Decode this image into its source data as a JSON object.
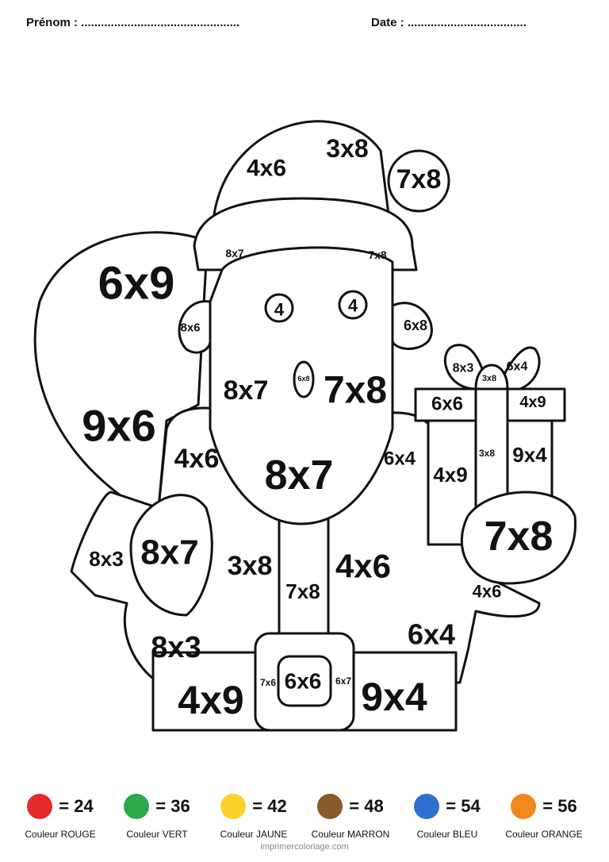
{
  "header": {
    "prenom_label": "Prénom : ................................................",
    "date_label": "Date : ...................................."
  },
  "drawing_labels": [
    {
      "name": "hat-top",
      "text": "4x6"
    },
    {
      "name": "hat-top-right",
      "text": "3x8"
    },
    {
      "name": "pompom",
      "text": "7x8"
    },
    {
      "name": "hat-band-left",
      "text": "8x7"
    },
    {
      "name": "hat-band-right",
      "text": "7x8"
    },
    {
      "name": "sack-upper",
      "text": "6x9"
    },
    {
      "name": "sack-lower",
      "text": "9x6"
    },
    {
      "name": "ear-left",
      "text": "8x6"
    },
    {
      "name": "ear-right",
      "text": "6x8"
    },
    {
      "name": "eye-left",
      "text": "4"
    },
    {
      "name": "eye-right",
      "text": "4"
    },
    {
      "name": "nose",
      "text": "6x8"
    },
    {
      "name": "face-left",
      "text": "8x7"
    },
    {
      "name": "face-right",
      "text": "7x8"
    },
    {
      "name": "beard",
      "text": "8x7"
    },
    {
      "name": "body-left",
      "text": "4x6"
    },
    {
      "name": "body-right",
      "text": "6x4"
    },
    {
      "name": "bow-left",
      "text": "8x3"
    },
    {
      "name": "bow-knot",
      "text": "3x8"
    },
    {
      "name": "bow-right",
      "text": "6x4"
    },
    {
      "name": "gift-lid-left",
      "text": "6x6"
    },
    {
      "name": "gift-lid-right",
      "text": "4x9"
    },
    {
      "name": "gift-body-left",
      "text": "4x9"
    },
    {
      "name": "gift-ribbon",
      "text": "3x8"
    },
    {
      "name": "gift-body-right",
      "text": "9x4"
    },
    {
      "name": "mitten-right",
      "text": "7x8"
    },
    {
      "name": "arm-right",
      "text": "4x6"
    },
    {
      "name": "arm-left-outer",
      "text": "8x3"
    },
    {
      "name": "mitten-left",
      "text": "8x7"
    },
    {
      "name": "coat-left",
      "text": "3x8"
    },
    {
      "name": "coat-strip",
      "text": "7x8"
    },
    {
      "name": "coat-right",
      "text": "4x6"
    },
    {
      "name": "coat-lower-left",
      "text": "8x3"
    },
    {
      "name": "coat-lower-right",
      "text": "6x4"
    },
    {
      "name": "belt-left",
      "text": "4x9"
    },
    {
      "name": "buckle-left",
      "text": "7x6"
    },
    {
      "name": "buckle-center",
      "text": "6x6"
    },
    {
      "name": "buckle-right",
      "text": "6x7"
    },
    {
      "name": "belt-right",
      "text": "9x4"
    }
  ],
  "legend": [
    {
      "value": "= 24",
      "name": "Couleur ROUGE",
      "color": "#e32b2b"
    },
    {
      "value": "= 36",
      "name": "Couleur VERT",
      "color": "#2ea84a"
    },
    {
      "value": "= 42",
      "name": "Couleur JAUNE",
      "color": "#f9d22a"
    },
    {
      "value": "= 48",
      "name": "Couleur MARRON",
      "color": "#8a5a2b"
    },
    {
      "value": "= 54",
      "name": "Couleur BLEU",
      "color": "#2f6fd1"
    },
    {
      "value": "= 56",
      "name": "Couleur ORANGE",
      "color": "#f2871e"
    }
  ],
  "footer": "imprimercoloriage.com"
}
